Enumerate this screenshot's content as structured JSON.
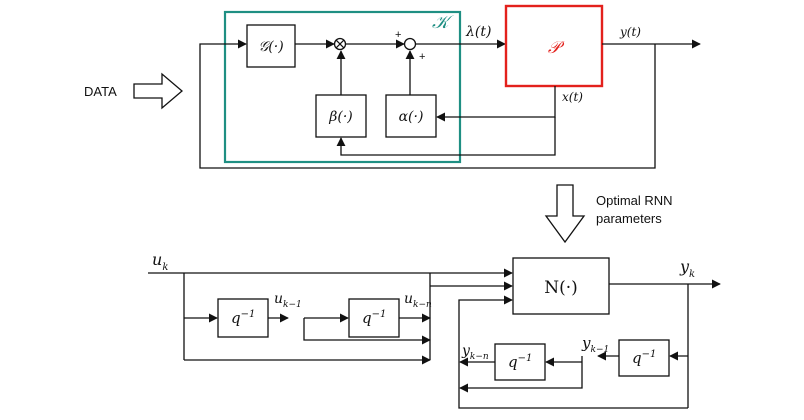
{
  "top": {
    "data_label": "DATA",
    "k_label": "𝒦",
    "g_block": "𝒢(·)",
    "beta_block": "β(·)",
    "alpha_block": "α(·)",
    "p_block": "𝒫",
    "lambda_label": "λ(t)",
    "y_label": "y(t)",
    "x_label": "x(t)",
    "plus_top": "+",
    "plus_bottom": "+",
    "colors": {
      "controller_box": "#1f8f83",
      "plant_box": "#e3211c",
      "plant_symbol": "#e3211c"
    }
  },
  "transition": {
    "line1": "Optimal RNN",
    "line2": "parameters"
  },
  "bottom": {
    "uk": "u",
    "uk_sub": "k",
    "uk1": "u",
    "uk1_sub": "k−1",
    "ukn": "u",
    "ukn_sub": "k−n",
    "n_block": "N(·)",
    "yk": "y",
    "yk_sub": "k",
    "yk1": "y",
    "yk1_sub": "k−1",
    "ykn": "y",
    "ykn_sub": "k−n",
    "delay_base": "q",
    "delay_exp": "−1"
  }
}
